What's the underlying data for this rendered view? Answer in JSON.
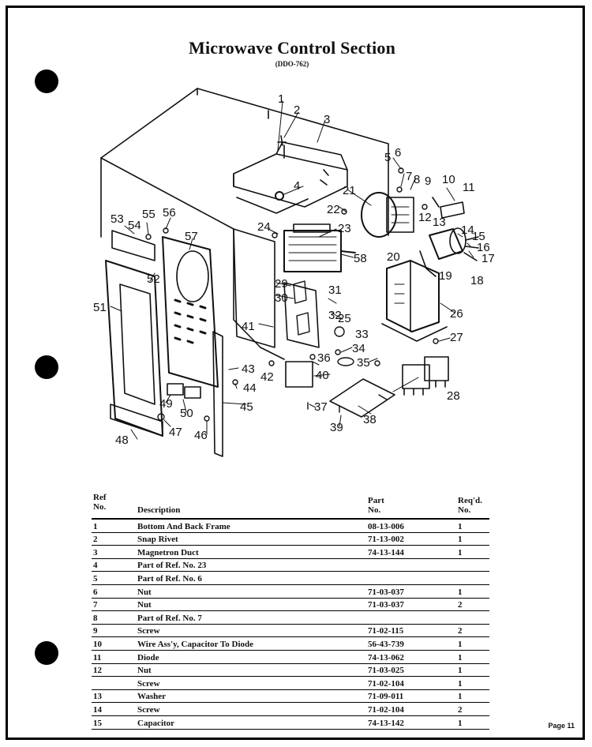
{
  "title": "Microwave Control Section",
  "subtitle": "(DDO-762)",
  "callouts": [
    "1",
    "2",
    "3",
    "4",
    "5",
    "6",
    "7",
    "8",
    "9",
    "10",
    "11",
    "12",
    "13",
    "14",
    "15",
    "16",
    "17",
    "18",
    "19",
    "20",
    "21",
    "22",
    "23",
    "24",
    "25",
    "26",
    "27",
    "28",
    "29",
    "30",
    "31",
    "32",
    "33",
    "34",
    "35",
    "36",
    "37",
    "38",
    "39",
    "40",
    "41",
    "42",
    "43",
    "44",
    "45",
    "46",
    "47",
    "48",
    "49",
    "50",
    "51",
    "52",
    "53",
    "54",
    "55",
    "56",
    "57",
    "58"
  ],
  "table": {
    "headers": {
      "ref": "Ref\nNo.",
      "description": "Description",
      "part": "Part\nNo.",
      "req": "Req'd.\nNo."
    },
    "rows": [
      {
        "ref": "1",
        "description": "Bottom And Back Frame",
        "part": "08-13-006",
        "req": "1"
      },
      {
        "ref": "2",
        "description": "Snap Rivet",
        "part": "71-13-002",
        "req": "1"
      },
      {
        "ref": "3",
        "description": "Magnetron Duct",
        "part": "74-13-144",
        "req": "1"
      },
      {
        "ref": "4",
        "description": "Part of Ref. No. 23",
        "part": "",
        "req": ""
      },
      {
        "ref": "5",
        "description": "Part of Ref. No. 6",
        "part": "",
        "req": ""
      },
      {
        "ref": "6",
        "description": "Nut",
        "part": "71-03-037",
        "req": "1"
      },
      {
        "ref": "7",
        "description": "Nut",
        "part": "71-03-037",
        "req": "2"
      },
      {
        "ref": "8",
        "description": "Part of Ref. No. 7",
        "part": "",
        "req": ""
      },
      {
        "ref": "9",
        "description": "Screw",
        "part": "71-02-115",
        "req": "2"
      },
      {
        "ref": "10",
        "description": "Wire Ass'y, Capacitor To Diode",
        "part": "56-43-739",
        "req": "1"
      },
      {
        "ref": "11",
        "description": "Diode",
        "part": "74-13-062",
        "req": "1"
      },
      {
        "ref": "12",
        "description": "Nut",
        "part": "71-03-025",
        "req": "1"
      },
      {
        "ref": "",
        "description": "Screw",
        "part": "71-02-104",
        "req": "1"
      },
      {
        "ref": "13",
        "description": "Washer",
        "part": "71-09-011",
        "req": "1"
      },
      {
        "ref": "14",
        "description": "Screw",
        "part": "71-02-104",
        "req": "2"
      },
      {
        "ref": "15",
        "description": "Capacitor",
        "part": "74-13-142",
        "req": "1"
      }
    ]
  },
  "page_label": "Page 11"
}
